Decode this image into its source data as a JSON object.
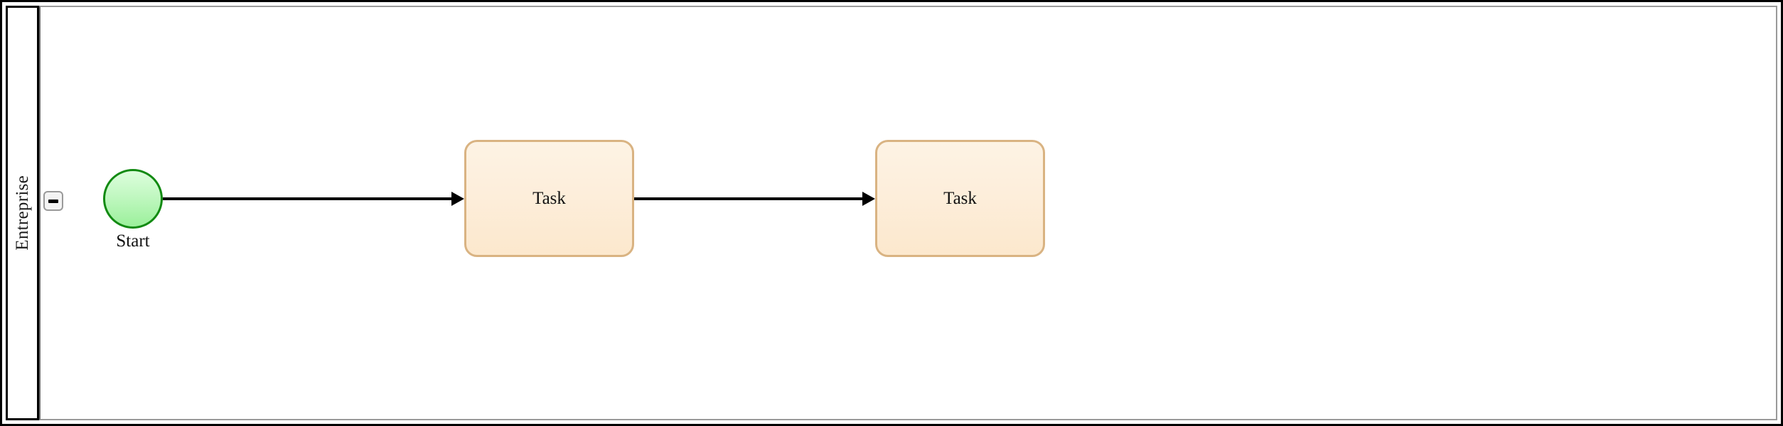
{
  "diagram": {
    "type": "bpmn-process",
    "pool": {
      "lane_label": "Entreprise",
      "collapse_button": {
        "icon": "minus-icon",
        "state": "expanded"
      }
    },
    "nodes": [
      {
        "id": "start-event",
        "type": "start-event",
        "label": "Start",
        "shape": "circle",
        "fill": "#c3f8c3",
        "stroke": "#128a12"
      },
      {
        "id": "task-1",
        "type": "task",
        "label": "Task",
        "shape": "rounded-rectangle",
        "fill": "#fdeedb",
        "stroke": "#d9b382"
      },
      {
        "id": "task-2",
        "type": "task",
        "label": "Task",
        "shape": "rounded-rectangle",
        "fill": "#fdeedb",
        "stroke": "#d9b382"
      }
    ],
    "flows": [
      {
        "id": "flow-1",
        "from": "start-event",
        "to": "task-1",
        "label": "",
        "style": "sequence-flow"
      },
      {
        "id": "flow-2",
        "from": "task-1",
        "to": "task-2",
        "label": "",
        "style": "sequence-flow"
      }
    ],
    "colors": {
      "canvas_background": "#ffffff",
      "frame_stroke": "#000000",
      "lane_border": "#000000",
      "pool_border": "#9a9a9a",
      "connector": "#000000",
      "button_fill": "#f4f4f4",
      "button_border": "#9a9a9a"
    }
  }
}
